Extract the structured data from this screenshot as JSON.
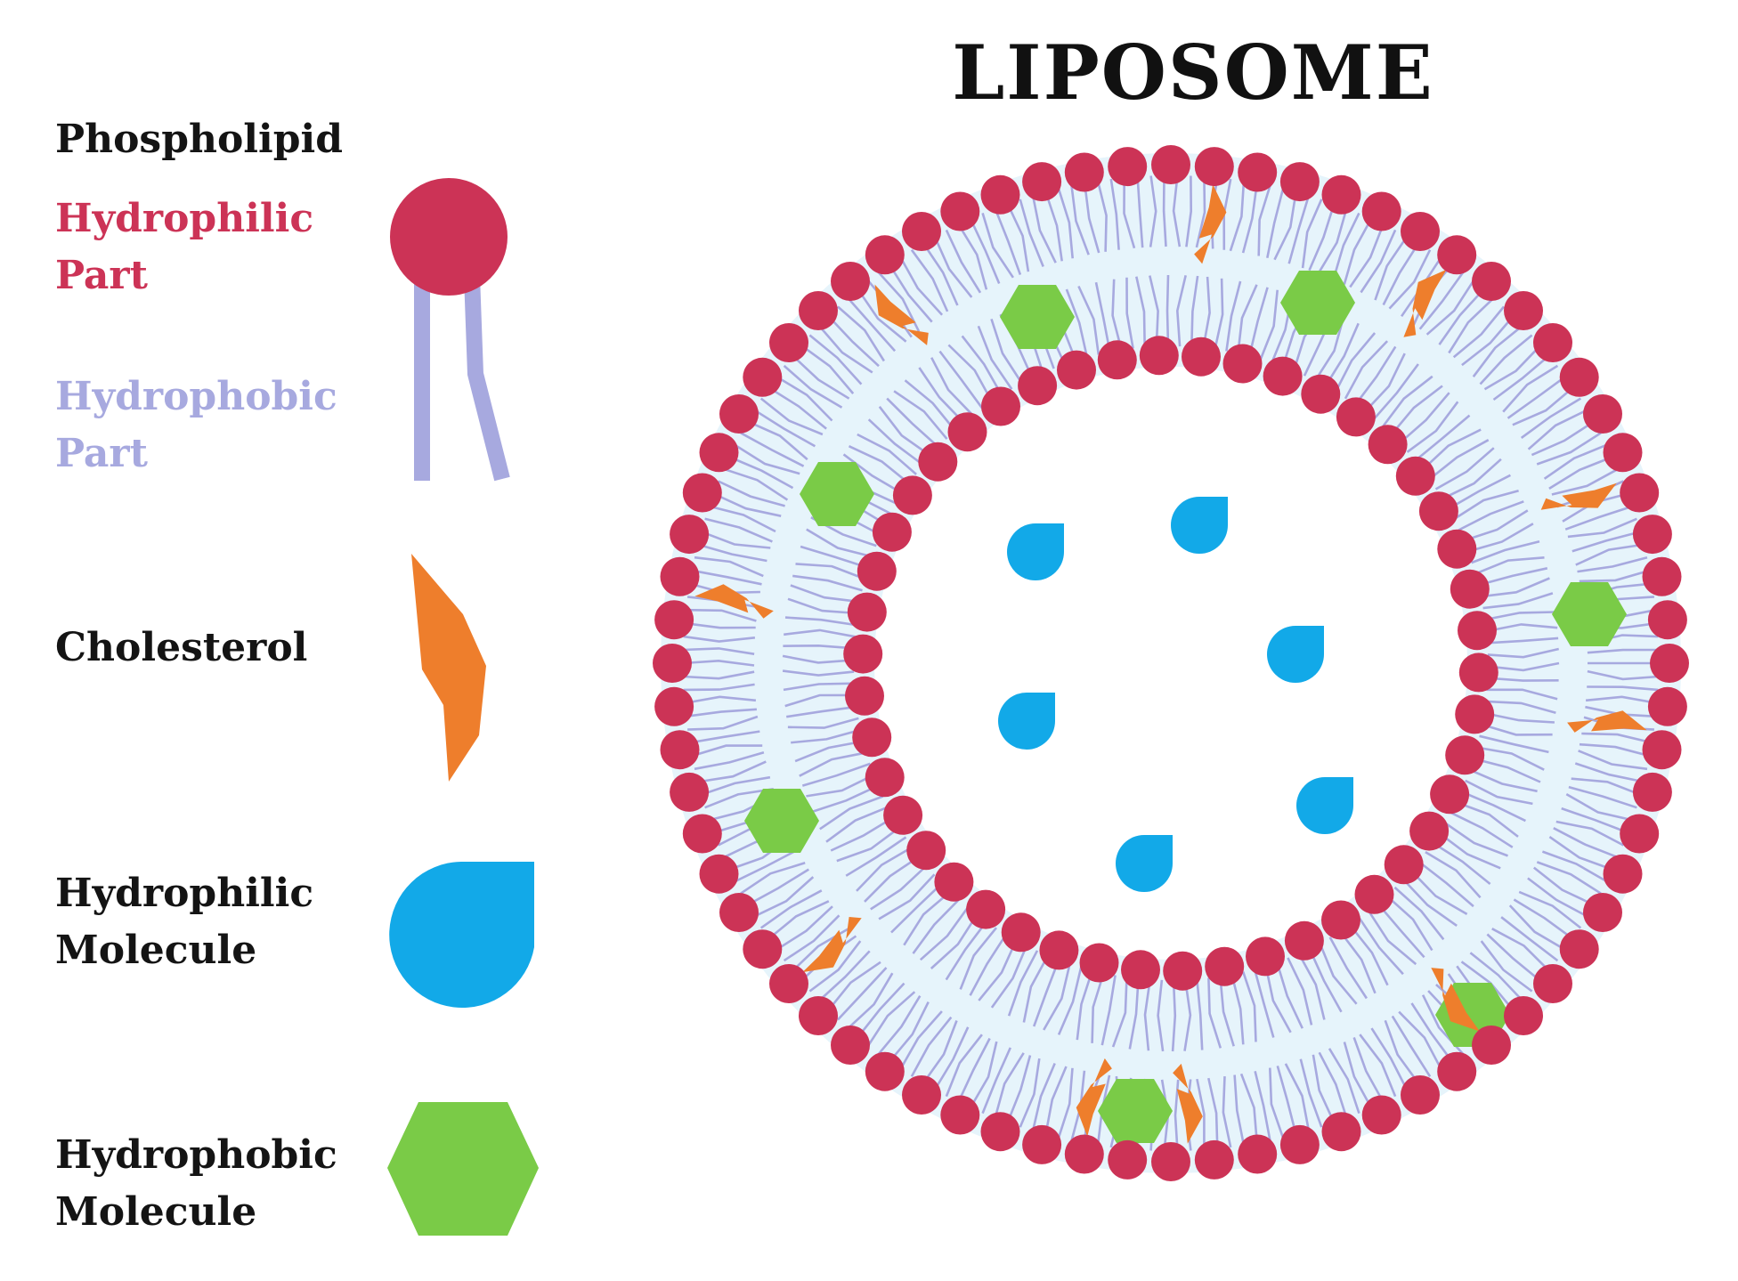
{
  "title": "LIPOSOME",
  "legend": {
    "phospholipid": "Phospholipid",
    "hydrophilic_part": [
      "Hydrophilic",
      "Part"
    ],
    "hydrophobic_part": [
      "Hydrophobic",
      "Part"
    ],
    "cholesterol": "Cholesterol",
    "hydrophilic_molecule": [
      "Hydrophilic",
      "Molecule"
    ],
    "hydrophobic_molecule": [
      "Hydrophobic",
      "Molecule"
    ]
  },
  "colors": {
    "hydrophilic_head": "#cc3356",
    "hydrophobic_tail": "#a7a9df",
    "cholesterol": "#ee7e2c",
    "hydrophilic_molecule": "#12a9e8",
    "hydrophobic_molecule": "#7acb47",
    "bilayer_fill": "#e6f4fb",
    "text_dark": "#141414"
  }
}
